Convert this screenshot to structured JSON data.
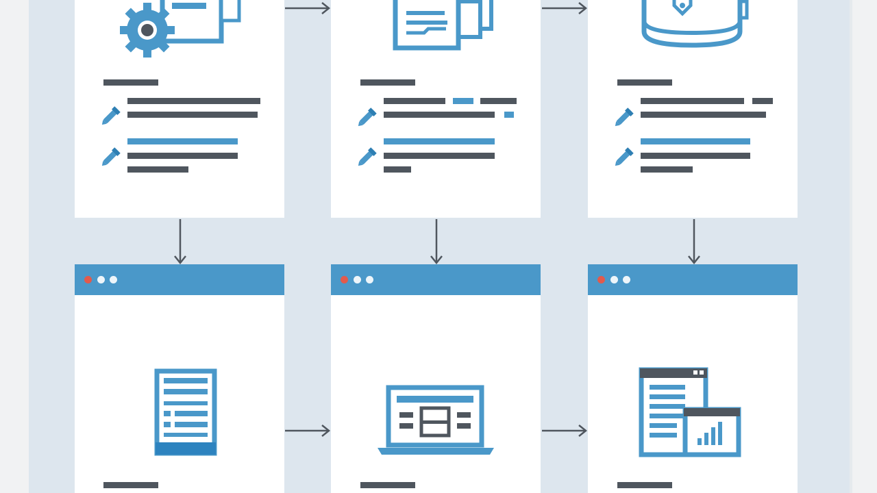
{
  "colors": {
    "background": "#dde6ee",
    "card": "#ffffff",
    "accent_blue": "#4a98c9",
    "text_bar_dark": "#4f565e",
    "window_close_dot": "#e25a4c"
  },
  "top_row": [
    {
      "id": "step-configure",
      "icon": "gear-with-window-icon"
    },
    {
      "id": "step-document",
      "icon": "stacked-documents-icon"
    },
    {
      "id": "step-database",
      "icon": "database-shield-icon"
    }
  ],
  "bottom_row": [
    {
      "id": "step-form",
      "icon": "form-document-icon"
    },
    {
      "id": "step-laptop",
      "icon": "laptop-dashboard-icon"
    },
    {
      "id": "step-report",
      "icon": "report-with-chart-icon"
    }
  ],
  "list_item_icon": "pen-icon",
  "window_dots": [
    "red",
    "white",
    "white"
  ],
  "connections": [
    {
      "from": "step-configure",
      "to": "step-document"
    },
    {
      "from": "step-document",
      "to": "step-database"
    },
    {
      "from": "step-configure",
      "to": "step-form"
    },
    {
      "from": "step-document",
      "to": "step-laptop"
    },
    {
      "from": "step-database",
      "to": "step-report"
    },
    {
      "from": "step-form",
      "to": "step-laptop"
    },
    {
      "from": "step-laptop",
      "to": "step-report"
    }
  ]
}
